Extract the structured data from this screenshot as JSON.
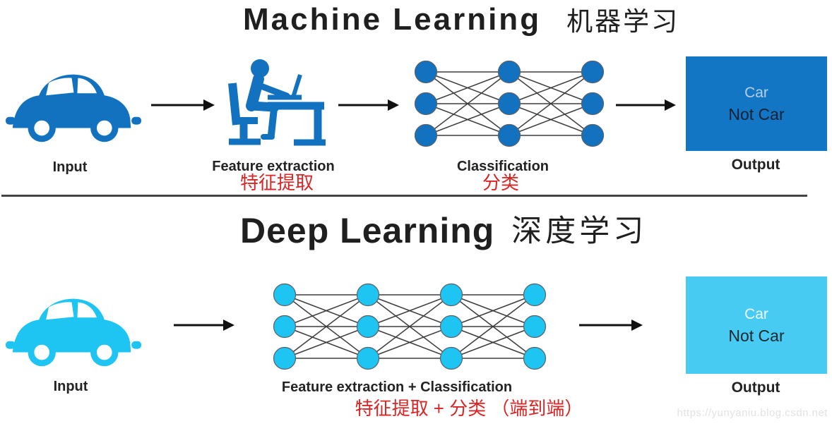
{
  "colors": {
    "ml_blue": "#1272bf",
    "ml_box_bg": "#1376c4",
    "dl_cyan": "#1ec4f2",
    "dl_box_bg": "#47cbf2",
    "ml_car_text": "#b3cfe8",
    "ml_notcar_text": "#0e2133",
    "dl_car_text": "#eefaff",
    "dl_notcar_text": "#132731",
    "red_label": "#d92524",
    "label_dark": "#232323",
    "divider": "#454545",
    "arrow": "#111111",
    "link_line": "#3d3d3d",
    "node_edge": "#5a6168",
    "watermark_gray": "#e2e2e2"
  },
  "ml_section": {
    "title": "Machine Learning",
    "title_zh": "机器学习",
    "input_label": "Input",
    "feature_label": "Feature extraction",
    "feature_label_zh": "特征提取",
    "network_label": "Classification",
    "network_label_zh": "分类",
    "output_label": "Output",
    "output_box": {
      "line1": "Car",
      "line2": "Not Car"
    },
    "network": {
      "layers": 3,
      "nodes_per_layer": 3
    }
  },
  "dl_section": {
    "title": "Deep Learning",
    "title_zh": "深度学习",
    "input_label": "Input",
    "network_label": "Feature extraction + Classification",
    "network_label_zh": "特征提取 + 分类 （端到端）",
    "output_label": "Output",
    "output_box": {
      "line1": "Car",
      "line2": "Not Car"
    },
    "network": {
      "layers": 4,
      "nodes_per_layer": 3
    }
  },
  "watermark": "https://yunyaniu.blog.csdn.net"
}
